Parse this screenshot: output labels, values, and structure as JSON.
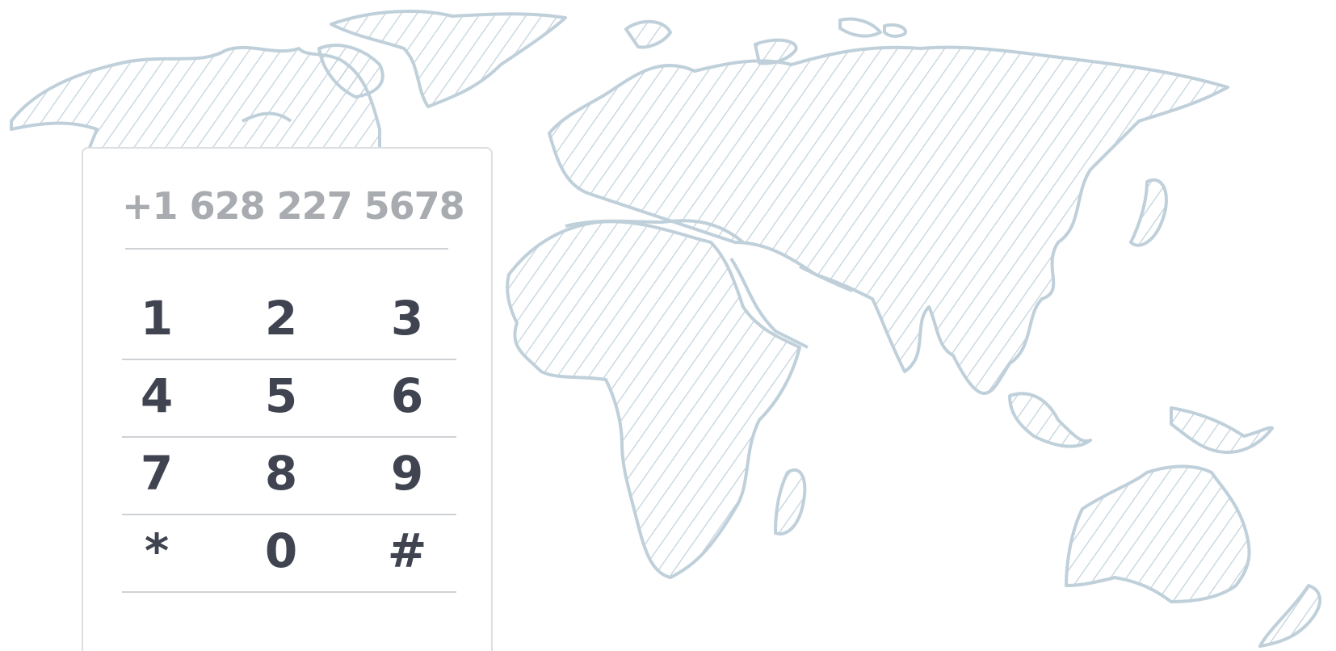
{
  "dialer": {
    "display_number": "+1 628 227 5678",
    "keys": [
      [
        "1",
        "2",
        "3"
      ],
      [
        "4",
        "5",
        "6"
      ],
      [
        "7",
        "8",
        "9"
      ],
      [
        "*",
        "0",
        "#"
      ]
    ]
  },
  "colors": {
    "map_stroke": "#bfd0da",
    "digit": "#3f4450",
    "display_text": "#a8abaf",
    "divider": "#cfd2d5",
    "card_border": "#dcdfe2"
  }
}
